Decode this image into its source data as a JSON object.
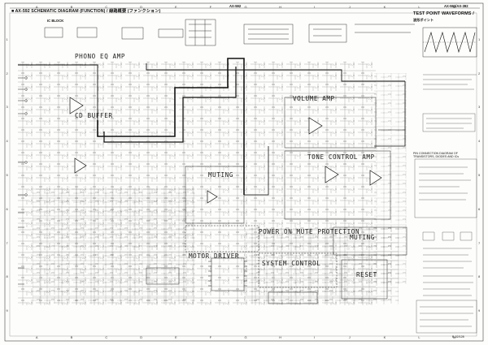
{
  "header": {
    "title": "■ AX-592 SCHEMATIC DIAGRAM (FUNCTION) / 線路概要 (ファンクション)",
    "center_label": "AX-592",
    "right_label": "AX-592/AX-392",
    "waveforms_title": "TEST POINT WAVEFORMS /",
    "waveforms_subtitle": "波形ポイント",
    "ic_block_label": "IC BLOCK"
  },
  "blocks": {
    "phono_eq_amp": "PHONO EQ AMP",
    "cd_buffer": "CD BUFFER",
    "volume_amp": "VOLUME AMP",
    "tone_control_amp": "TONE CONTROL AMP",
    "muting": "MUTING",
    "power_on_mute_protection": "POWER ON MUTE PROTECTION",
    "muting_2": "MUTING",
    "motor_driver": "MOTOR DRIVER",
    "system_control": "SYSTEM CONTROL",
    "reset": "RESET"
  },
  "grid": {
    "columns": [
      "A",
      "B",
      "C",
      "D",
      "E",
      "F",
      "G",
      "H",
      "I",
      "J",
      "K",
      "L",
      "M"
    ],
    "rows": [
      "1",
      "2",
      "3",
      "4",
      "5",
      "6",
      "7",
      "8",
      "9"
    ]
  },
  "notes": {
    "pin_connection": "PIN CONNECTION DIAGRAM OF TRANSISTORS, DIODES AND ICs",
    "page_no": "B-02/128"
  },
  "colors": {
    "ink": "#1a1a1a",
    "paper": "#fdfdfb",
    "grid": "#555555"
  }
}
